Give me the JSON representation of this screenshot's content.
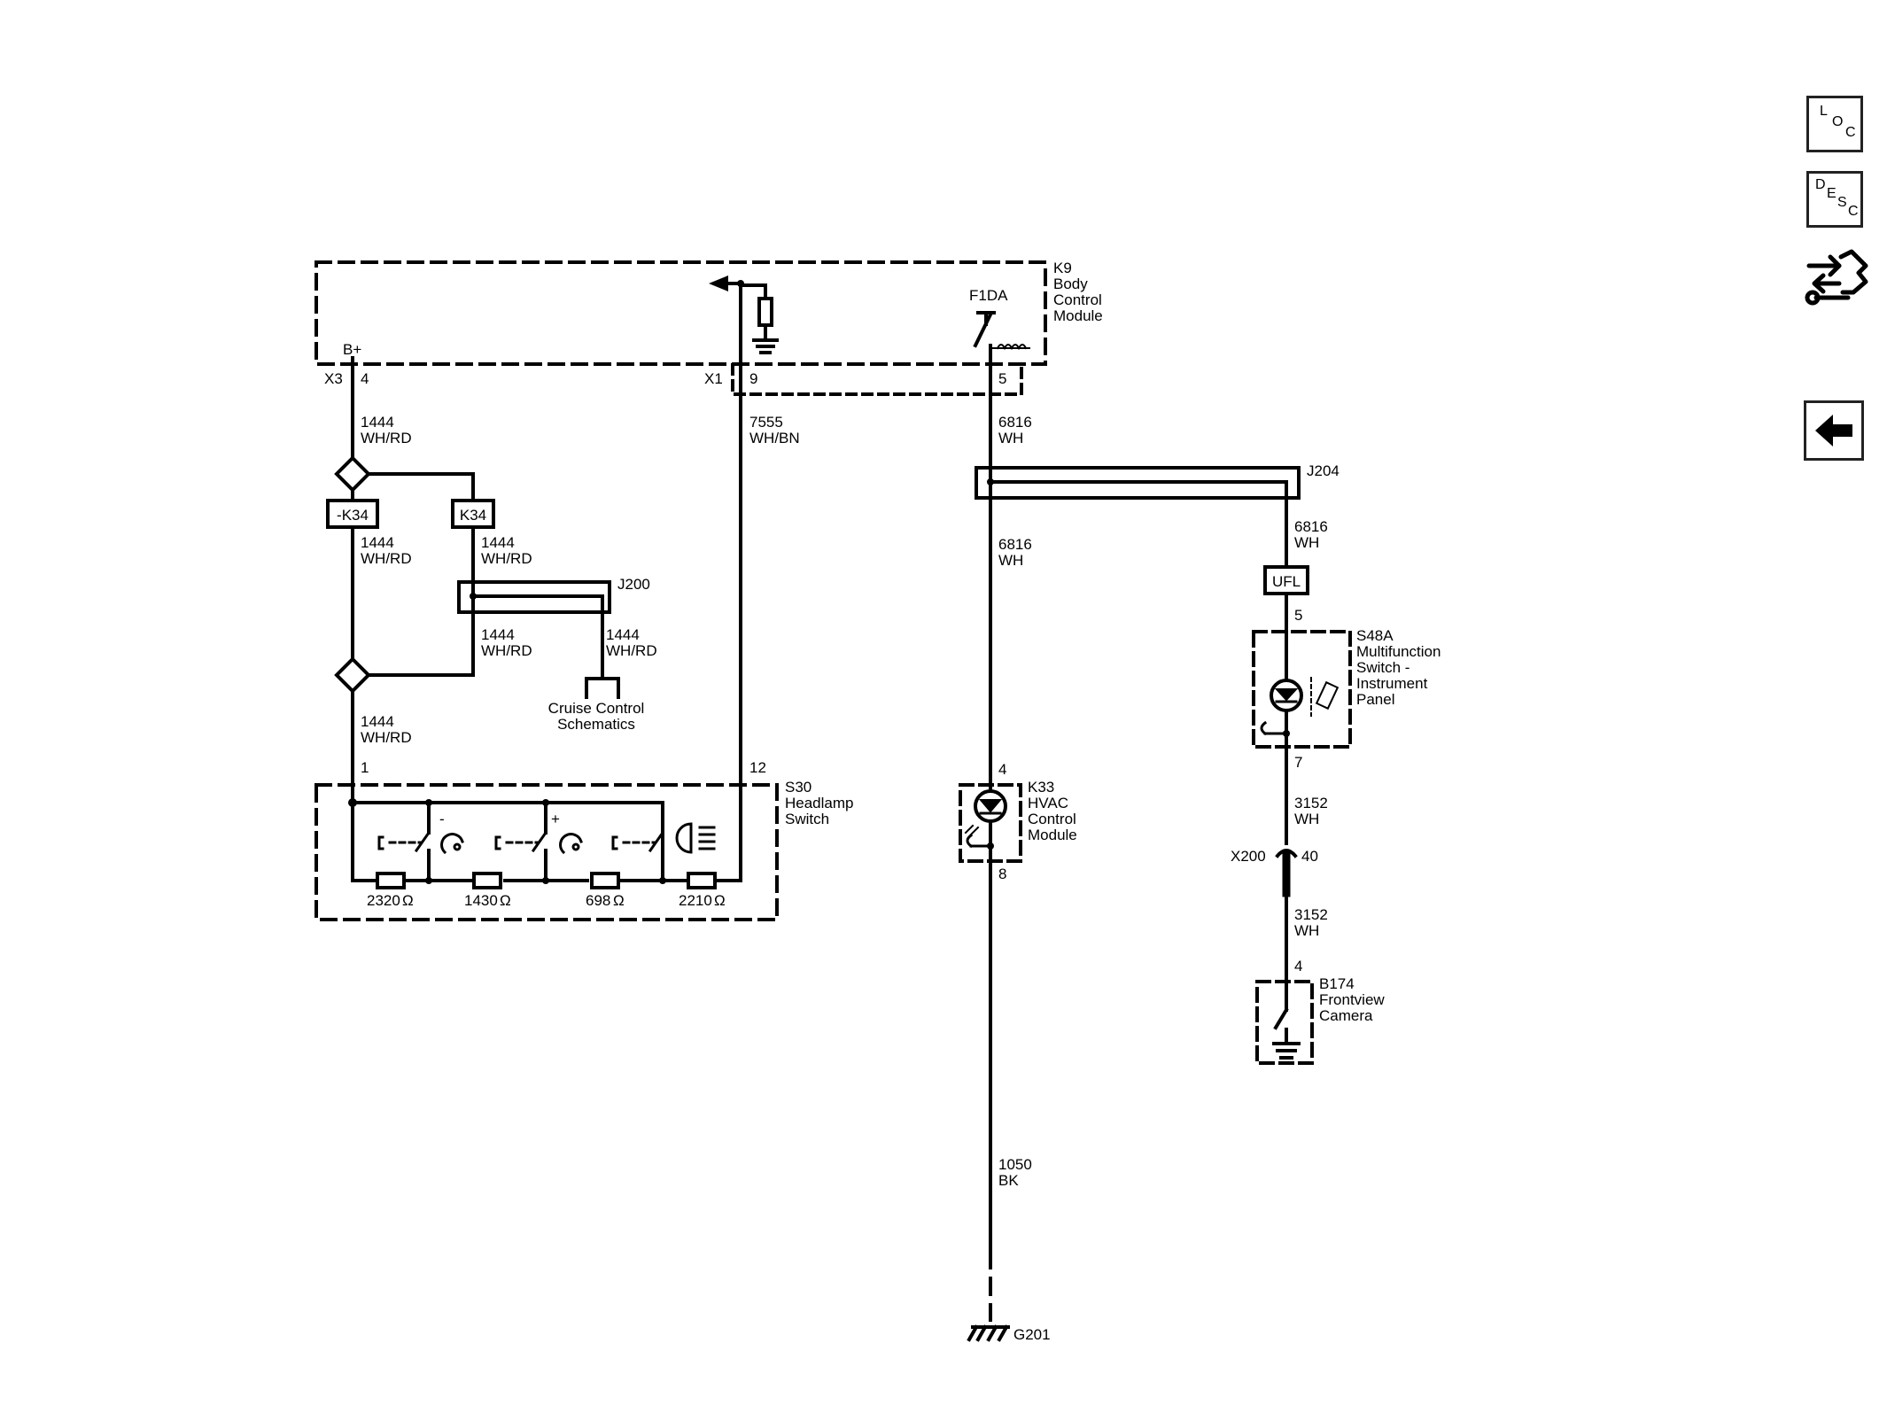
{
  "sidebar": {
    "loc": {
      "l1": "L",
      "l2": "O",
      "l3": "C"
    },
    "desc": {
      "l1": "D",
      "l2": "E",
      "l3": "S",
      "l4": "C"
    },
    "tool_icon": "arrows-wrench-icon",
    "back_icon": "arrow-left-icon"
  },
  "diagram": {
    "k9": {
      "l1": "K9",
      "l2": "Body",
      "l3": "Control",
      "l4": "Module",
      "fuse": "F1DA",
      "bplus": "B+",
      "conn_x3": "X3",
      "pin_x3": "4",
      "conn_x1": "X1",
      "pin_x1": "9",
      "pin_5": "5"
    },
    "wire_1444_a": {
      "num": "1444",
      "color": "WH/RD"
    },
    "wire_1444_b": {
      "num": "1444",
      "color": "WH/RD"
    },
    "wire_1444_c": {
      "num": "1444",
      "color": "WH/RD"
    },
    "wire_1444_d": {
      "num": "1444",
      "color": "WH/RD"
    },
    "wire_1444_e": {
      "num": "1444",
      "color": "WH/RD"
    },
    "wire_1444_f": {
      "num": "1444",
      "color": "WH/RD"
    },
    "wire_7555": {
      "num": "7555",
      "color": "WH/BN"
    },
    "wire_6816_a": {
      "num": "6816",
      "color": "WH"
    },
    "wire_6816_b": {
      "num": "6816",
      "color": "WH"
    },
    "wire_6816_c": {
      "num": "6816",
      "color": "WH"
    },
    "wire_3152_a": {
      "num": "3152",
      "color": "WH"
    },
    "wire_3152_b": {
      "num": "3152",
      "color": "WH"
    },
    "wire_1050": {
      "num": "1050",
      "color": "BK"
    },
    "option_neg_k34": "-K34",
    "option_k34": "K34",
    "option_ufl": "UFL",
    "j200": "J200",
    "j204": "J204",
    "cruise": {
      "l1": "Cruise Control",
      "l2": "Schematics"
    },
    "s30": {
      "l1": "S30",
      "l2": "Headlamp",
      "l3": "Switch",
      "pin1": "1",
      "pin12": "12",
      "r1": "2320",
      "r2": "1430",
      "r3": "698",
      "r4": "2210",
      "ohm": "Ω",
      "minus": "-",
      "plus": "+"
    },
    "k33": {
      "l1": "K33",
      "l2": "HVAC",
      "l3": "Control",
      "l4": "Module",
      "pin4": "4",
      "pin8": "8"
    },
    "s48a": {
      "l1": "S48A",
      "l2": "Multifunction",
      "l3": "Switch -",
      "l4": "Instrument",
      "l5": "Panel",
      "pin5": "5",
      "pin7": "7"
    },
    "x200": {
      "name": "X200",
      "pin": "40"
    },
    "b174": {
      "l1": "B174",
      "l2": "Frontview",
      "l3": "Camera",
      "pin4": "4"
    },
    "g201": "G201"
  }
}
